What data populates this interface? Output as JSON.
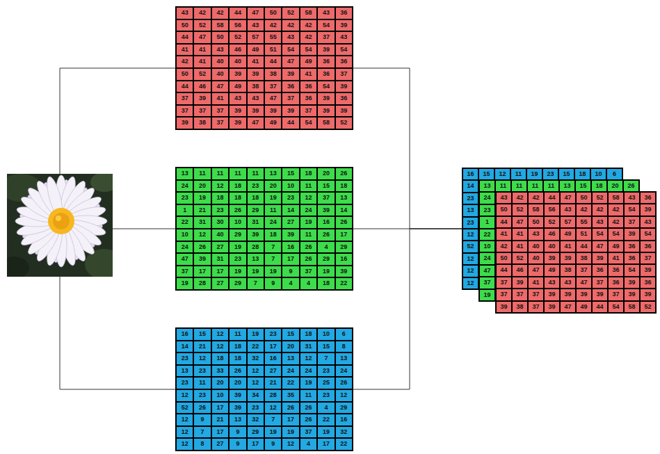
{
  "diagram": {
    "nodes": [
      {
        "text": [
          "43",
          "42",
          "42",
          "44",
          "47",
          "50",
          "52",
          "58",
          "43",
          "36",
          "50",
          "52",
          "58",
          "56",
          "43",
          "42",
          "42",
          "42",
          "54",
          "39",
          "44",
          "47",
          "50",
          "52",
          "57",
          "55",
          "43",
          "42",
          "37",
          "43",
          "41",
          "41",
          "43",
          "46",
          "49",
          "51",
          "54",
          "54",
          "39",
          "54",
          "42",
          "41",
          "40",
          "40",
          "41",
          "44",
          "47",
          "49",
          "36",
          "36",
          "50",
          "52",
          "40",
          "39",
          "39",
          "38",
          "39",
          "41",
          "36",
          "37",
          "44",
          "46",
          "47",
          "49",
          "38",
          "37",
          "36",
          "36",
          "54",
          "39",
          "37",
          "39",
          "41",
          "43",
          "43",
          "47",
          "37",
          "36",
          "39",
          "36",
          "37",
          "37",
          "37",
          "39",
          "39",
          "39",
          "39",
          "37",
          "39",
          "39",
          "39",
          "38",
          "37",
          "39",
          "47",
          "49",
          "44",
          "54",
          "58",
          "52"
        ]
      },
      {
        "text": [
          "13",
          "11",
          "11",
          "11",
          "11",
          "13",
          "15",
          "18",
          "20",
          "26",
          "24",
          "20",
          "12",
          "18",
          "23",
          "20",
          "10",
          "11",
          "15",
          "18",
          "23",
          "19",
          "18",
          "18",
          "18",
          "19",
          "23",
          "12",
          "37",
          "13",
          "1",
          "21",
          "23",
          "26",
          "29",
          "11",
          "14",
          "24",
          "39",
          "14",
          "22",
          "31",
          "30",
          "10",
          "31",
          "24",
          "27",
          "19",
          "16",
          "26",
          "10",
          "12",
          "40",
          "29",
          "39",
          "18",
          "39",
          "11",
          "26",
          "17",
          "24",
          "26",
          "27",
          "19",
          "28",
          "7",
          "16",
          "26",
          "4",
          "29",
          "47",
          "39",
          "31",
          "23",
          "13",
          "7",
          "17",
          "26",
          "29",
          "16",
          "37",
          "17",
          "17",
          "19",
          "19",
          "19",
          "9",
          "37",
          "19",
          "39",
          "19",
          "28",
          "27",
          "29",
          "7",
          "9",
          "4",
          "4",
          "18",
          "22"
        ]
      },
      {
        "text": [
          "16",
          "15",
          "12",
          "11",
          "19",
          "23",
          "15",
          "18",
          "10",
          "6",
          "14",
          "21",
          "12",
          "18",
          "22",
          "17",
          "20",
          "31",
          "15",
          "8",
          "23",
          "12",
          "18",
          "18",
          "32",
          "16",
          "13",
          "12",
          "7",
          "13",
          "13",
          "23",
          "33",
          "26",
          "12",
          "27",
          "24",
          "24",
          "23",
          "24",
          "23",
          "11",
          "20",
          "20",
          "12",
          "21",
          "22",
          "19",
          "25",
          "26",
          "12",
          "23",
          "10",
          "39",
          "34",
          "28",
          "35",
          "11",
          "23",
          "12",
          "52",
          "26",
          "17",
          "39",
          "23",
          "12",
          "26",
          "26",
          "4",
          "29",
          "12",
          "9",
          "21",
          "13",
          "32",
          "7",
          "17",
          "26",
          "22",
          "16",
          "12",
          "7",
          "17",
          "9",
          "29",
          "19",
          "19",
          "37",
          "19",
          "32",
          "12",
          "8",
          "27",
          "9",
          "17",
          "9",
          "12",
          "4",
          "17",
          "22"
        ]
      },
      {
        "text": [
          "16",
          "15",
          "12",
          "11",
          "19",
          "23",
          "15",
          "18",
          "10",
          "6",
          "14",
          "23",
          "13",
          "23",
          "12",
          "52",
          "12",
          "12",
          "12"
        ]
      },
      {
        "text": [
          "13",
          "11",
          "11",
          "11",
          "11",
          "13",
          "15",
          "18",
          "20",
          "26",
          "24",
          "23",
          "1",
          "22",
          "10",
          "24",
          "47",
          "37",
          "19"
        ]
      },
      {
        "text": [
          "43",
          "42",
          "42",
          "44",
          "47",
          "50",
          "52",
          "58",
          "43",
          "36",
          "50",
          "52",
          "58",
          "56",
          "43",
          "42",
          "42",
          "42",
          "54",
          "39",
          "44",
          "47",
          "50",
          "52",
          "57",
          "55",
          "43",
          "42",
          "37",
          "43",
          "41",
          "41",
          "43",
          "46",
          "49",
          "51",
          "54",
          "54",
          "39",
          "54",
          "42",
          "41",
          "40",
          "40",
          "41",
          "44",
          "47",
          "49",
          "36",
          "36",
          "50",
          "52",
          "40",
          "39",
          "39",
          "38",
          "39",
          "41",
          "36",
          "37",
          "44",
          "46",
          "47",
          "49",
          "38",
          "37",
          "36",
          "36",
          "54",
          "39",
          "37",
          "39",
          "41",
          "43",
          "43",
          "47",
          "37",
          "36",
          "39",
          "36",
          "37",
          "37",
          "37",
          "39",
          "39",
          "39",
          "39",
          "37",
          "39",
          "39",
          "39",
          "38",
          "37",
          "39",
          "47",
          "49",
          "44",
          "54",
          "58",
          "52"
        ]
      }
    ],
    "edges": [
      {
        "from": 0,
        "to": 3,
        "arrow": "none"
      },
      {
        "from": 1,
        "to": 3,
        "arrow": "none"
      },
      {
        "from": 2,
        "to": 3,
        "arrow": "none"
      }
    ]
  }
}
